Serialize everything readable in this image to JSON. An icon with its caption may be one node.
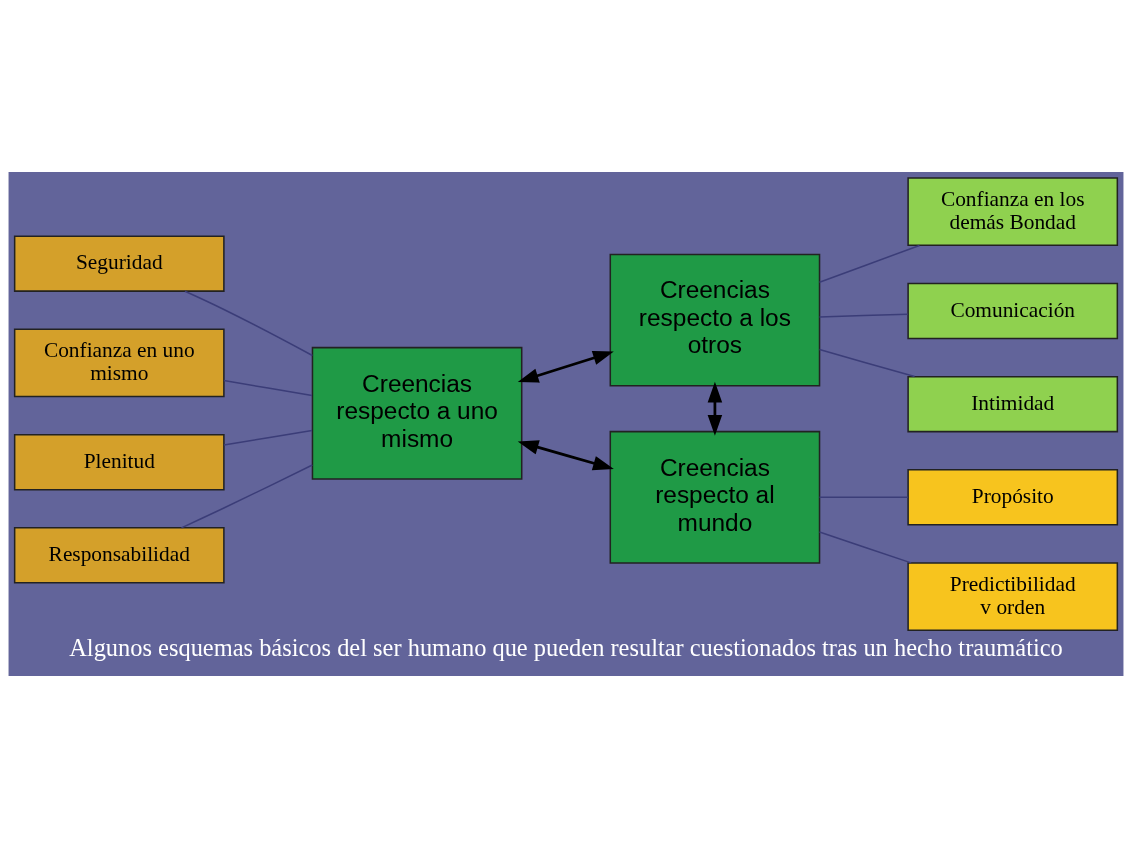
{
  "diagram": {
    "caption": "Algunos esquemas básicos del ser humano que pueden resultar cuestionados tras un hecho traumático",
    "nodes": [
      {
        "text": [
          "Seguridad"
        ]
      },
      {
        "text": [
          "Confianza en los demás Bondad"
        ]
      },
      {
        "text": [
          "Confianza en uno mismo"
        ]
      },
      {
        "text": [
          "Creencias respecto a uno mismo"
        ]
      },
      {
        "text": [
          "Creencias respecto a los otros"
        ]
      },
      {
        "text": [
          "Comunicación"
        ]
      },
      {
        "text": [
          "Plenitud"
        ]
      },
      {
        "text": [
          "Intimidad"
        ]
      },
      {
        "text": [
          "Responsabilidad"
        ]
      },
      {
        "text": [
          "Creencias respecto al mundo"
        ]
      },
      {
        "text": [
          "Propósito"
        ]
      },
      {
        "text": [
          "Predictibilidad v orden"
        ]
      }
    ],
    "edges": [
      {
        "from": 3,
        "to": 4,
        "arrow": "both",
        "color": "#000000"
      },
      {
        "from": 3,
        "to": 9,
        "arrow": "both",
        "color": "#000000"
      },
      {
        "from": 4,
        "to": 9,
        "arrow": "both",
        "color": "#000000"
      },
      {
        "from": 0,
        "to": 3,
        "arrow": "none"
      },
      {
        "from": 2,
        "to": 3,
        "arrow": "none"
      },
      {
        "from": 6,
        "to": 3,
        "arrow": "none"
      },
      {
        "from": 8,
        "to": 3,
        "arrow": "none"
      },
      {
        "from": 4,
        "to": 1,
        "arrow": "none"
      },
      {
        "from": 4,
        "to": 5,
        "arrow": "none"
      },
      {
        "from": 4,
        "to": 7,
        "arrow": "none"
      },
      {
        "from": 9,
        "to": 10,
        "arrow": "none"
      },
      {
        "from": 9,
        "to": 11,
        "arrow": "none"
      }
    ]
  }
}
